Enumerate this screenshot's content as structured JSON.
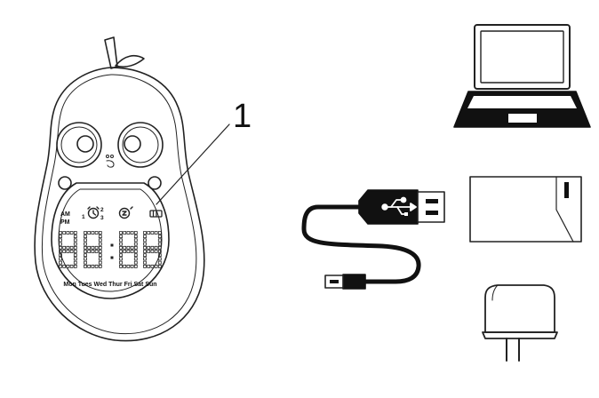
{
  "callout": {
    "number": "1"
  },
  "clock": {
    "am": "AM",
    "pm": "PM",
    "alarm_one": "1",
    "alarm_two": "2",
    "alarm_three": "3",
    "weekdays": "Mon Tues Wed Thur Fri Sat Sun"
  },
  "icons": {
    "usb": "usb-symbol-icon",
    "alarm": "alarm-clock-icon",
    "snooze": "snooze-icon",
    "battery": "battery-icon"
  }
}
